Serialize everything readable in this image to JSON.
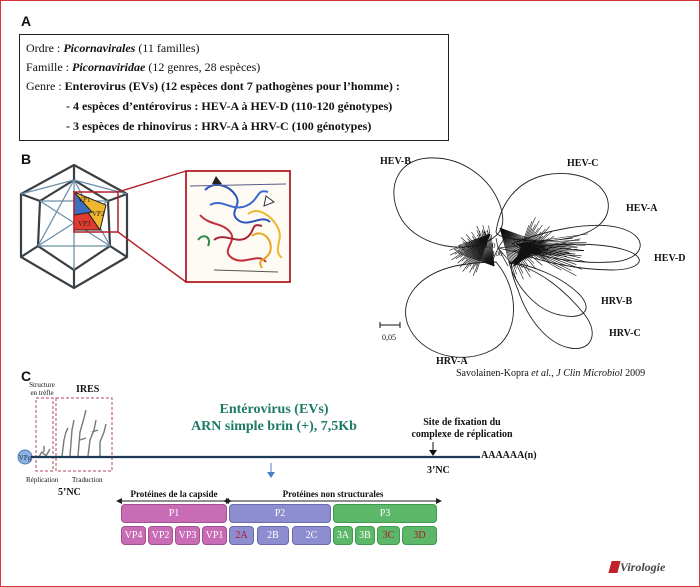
{
  "panels": {
    "a": "A",
    "b": "B",
    "c": "C"
  },
  "taxonomy": {
    "ordre_prefix": "Ordre : ",
    "ordre_name": "Picornavirales",
    "ordre_suffix": " (11 familles)",
    "famille_prefix": "Famille : ",
    "famille_name": "Picornaviridae",
    "famille_suffix": " (12 genres, 28 espèces)",
    "genre_prefix": "Genre : ",
    "genre_text": "Enterovirus (EVs) (12 espèces dont 7 pathogènes pour l’homme) :",
    "line4": "- 4 espèces d’entérovirus : HEV-A à HEV-D (110-120 génotypes)",
    "line5": "- 3 espèces de rhinovirus : HRV-A à HRV-C (100 génotypes)"
  },
  "capsid": {
    "vp1": "VP1",
    "vp2": "VP2",
    "vp3": "VP3"
  },
  "tree": {
    "clades": [
      "HEV-B",
      "HEV-C",
      "HEV-A",
      "HEV-D",
      "HRV-B",
      "HRV-C",
      "HRV-A"
    ],
    "bootstrap": [
      "100",
      "100",
      "100",
      "100"
    ],
    "scale": "0,05",
    "citation": "Savolainen-Kopra et al., J Clin Microbiol 2009"
  },
  "genome": {
    "structure_label": "Structure\nen trèfle",
    "ires_label": "IRES",
    "vpg": "VPg",
    "replication": "Réplication",
    "traduction": "Traduction",
    "five_nc": "5’NC",
    "three_nc": "3’NC",
    "polya": "AAAAAA(n)",
    "title1": "Entérovirus (EVs)",
    "title2": "ARN simple brin (+), 7,5Kb",
    "site_label": "Site de fixation du\ncomplexe de réplication"
  },
  "polyprotein": {
    "capsid_label": "Protéines de la capside",
    "nonstruct_label": "Protéines non structurales",
    "p1": "P1",
    "p2": "P2",
    "p3": "P3",
    "p1_parts": [
      "VP4",
      "VP2",
      "VP3",
      "VP1"
    ],
    "p2_parts": [
      "2A",
      "2B",
      "2C"
    ],
    "p3_parts": [
      "3A",
      "3B",
      "3C",
      "3D"
    ]
  },
  "logo": "Virologie",
  "colors": {
    "p1": "#c96cb6",
    "p2": "#8d8dd0",
    "p3": "#5cb868",
    "accent_red": "#b3142b",
    "title_green": "#1c7a66"
  }
}
